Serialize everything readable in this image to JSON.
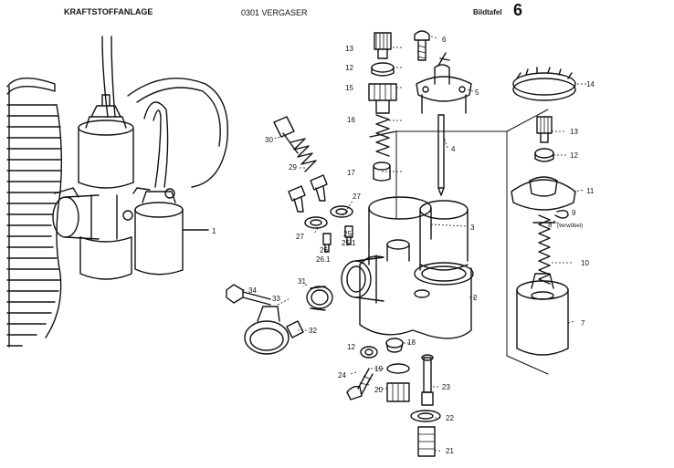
{
  "header": {
    "section": "KRAFTSTOFFANLAGE",
    "group": "0301 VERGASER",
    "plate_word": "Bildtafel",
    "plate_number": "6"
  },
  "callouts": [
    "1",
    "2",
    "3",
    "4",
    "5",
    "6",
    "7",
    "8",
    "9",
    "10",
    "11",
    "12",
    "12",
    "12",
    "13",
    "13",
    "14",
    "15",
    "16",
    "17",
    "18",
    "19",
    "20",
    "21",
    "22",
    "23",
    "24",
    "25",
    "25.1",
    "26",
    "26.1",
    "27",
    "27",
    "29",
    "30",
    "31",
    "32",
    "33",
    "34"
  ],
  "annotation": "(verwöbel)"
}
